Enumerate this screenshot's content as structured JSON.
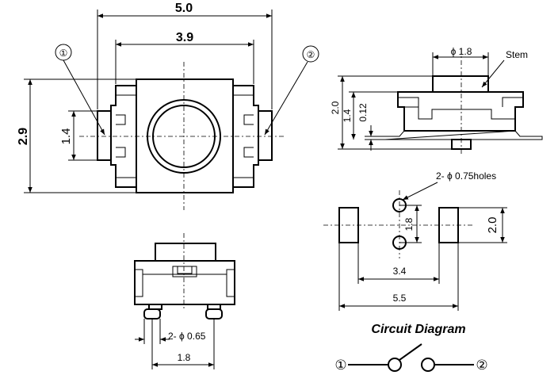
{
  "top_view": {
    "width_outer": "5.0",
    "width_inner": "3.9",
    "height_outer": "2.9",
    "terminal_pitch": "1.4",
    "marker_1": "①",
    "marker_2": "②"
  },
  "side_view": {
    "stem_dia": "ϕ 1.8",
    "stem_label": "Stem",
    "height_total": "2.0",
    "height_body": "1.4",
    "lead_thickness": "0.12"
  },
  "front_view": {
    "pin_dia": "2- ϕ 0.65",
    "pin_pitch": "1.8"
  },
  "footprint": {
    "holes": "2- ϕ 0.75holes",
    "hole_pitch": "1.8",
    "pad_height": "2.0",
    "pad_inner": "3.4",
    "pad_outer": "5.5"
  },
  "circuit": {
    "title": "Circuit Diagram",
    "term_1": "①",
    "term_2": "②"
  }
}
